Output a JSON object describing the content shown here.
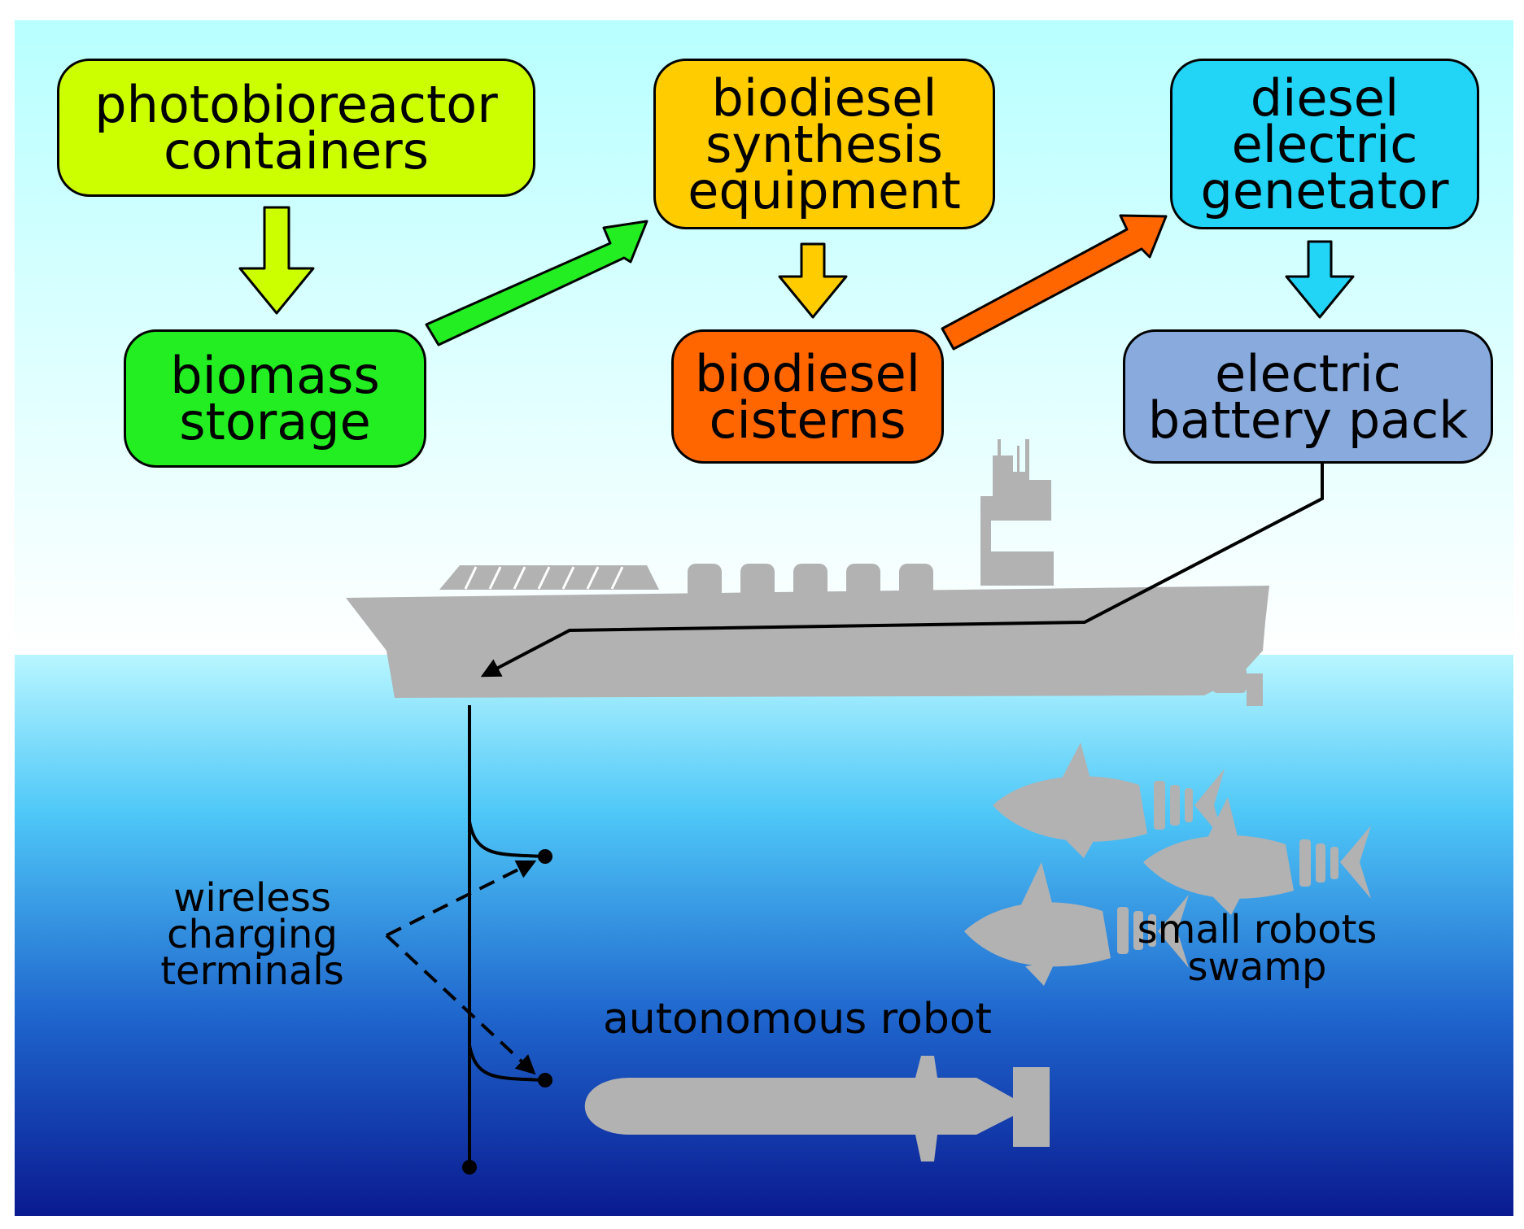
{
  "nodes": {
    "photobioreactor": {
      "label": "photobioreactor\ncontainers",
      "color": "#ccff00"
    },
    "biomass": {
      "label": "biomass\nstorage",
      "color": "#22ee22"
    },
    "synthesis": {
      "label": "biodiesel\nsynthesis\nequipment",
      "color": "#ffcc00"
    },
    "cisterns": {
      "label": "biodiesel\ncisterns",
      "color": "#ff6600"
    },
    "generator": {
      "label": "diesel\nelectric\ngenetator",
      "color": "#22d4f5"
    },
    "battery": {
      "label": "electric\nbattery pack",
      "color": "#88aadd"
    }
  },
  "labels": {
    "wireless": "wireless\ncharging\nterminals",
    "robot": "autonomous robot",
    "swarm": "small robots\nswamp"
  },
  "colors": {
    "sky_top": "#b8ffff",
    "sky_bottom": "#ffffff",
    "water_top": "#b8f6ff",
    "water_mid": "#4fc8f8",
    "water_deep": "#0a1a90",
    "silhouette": "#b2b2b2",
    "arrow_yellow": "#ccff00",
    "arrow_green": "#22ee22",
    "arrow_orange": "#ffcc00",
    "arrow_red": "#ff6600",
    "arrow_cyan": "#22d4f5"
  }
}
